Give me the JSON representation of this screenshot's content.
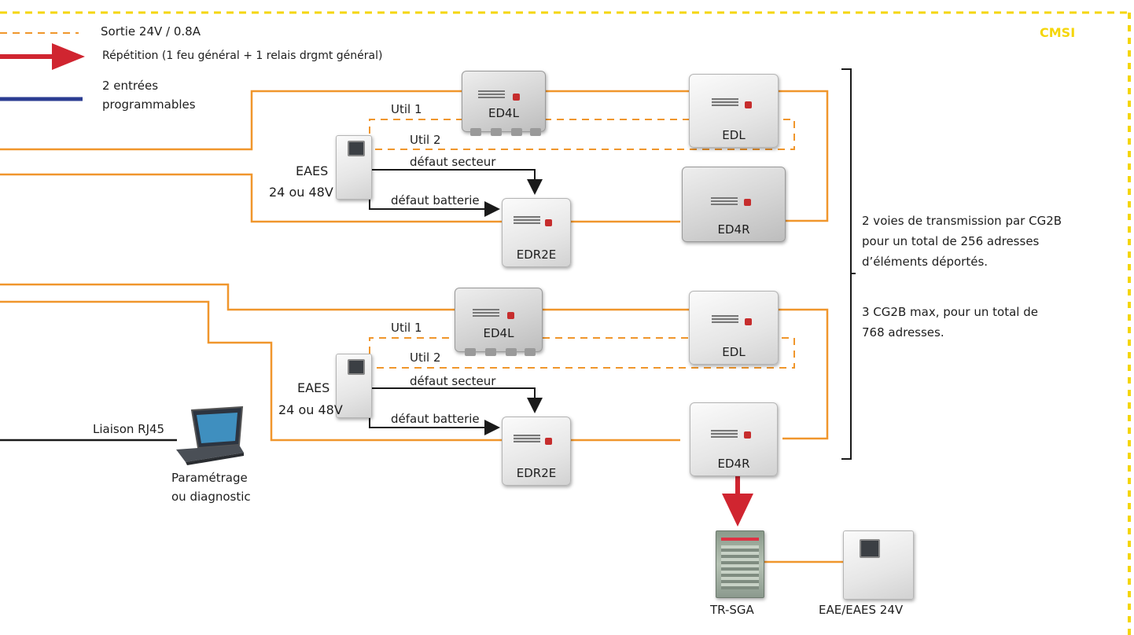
{
  "brand": {
    "label": "CMSI",
    "color": "#f5d60a"
  },
  "legend": {
    "dashed": "Sortie 24V / 0.8A",
    "arrow": "Répétition (1 feu général + 1 relais drgmt général)",
    "blue_line1": "2 entrées",
    "blue_line2": "programmables"
  },
  "group1": {
    "ed4l": "ED4L",
    "edl": "EDL",
    "ed4r": "ED4R",
    "edr2e": "EDR2E",
    "util1": "Util 1",
    "util2": "Util 2",
    "eaes_line1": "EAES",
    "eaes_line2": "24 ou 48V",
    "defaut_secteur": "défaut secteur",
    "defaut_batterie": "défaut batterie"
  },
  "group2": {
    "ed4l": "ED4L",
    "edl": "EDL",
    "ed4r": "ED4R",
    "edr2e": "EDR2E",
    "util1": "Util 1",
    "util2": "Util 2",
    "eaes_line1": "EAES",
    "eaes_line2": "24 ou 48V",
    "defaut_secteur": "défaut secteur",
    "defaut_batterie": "défaut batterie"
  },
  "laptop": {
    "link": "Liaison RJ45",
    "caption1": "Paramétrage",
    "caption2": "ou diagnostic"
  },
  "note": {
    "p1_l1": "2 voies de transmission par CG2B",
    "p1_l2": "pour un total de 256 adresses",
    "p1_l3": "d’éléments déportés.",
    "p2_l1": "3 CG2B max, pour un total de",
    "p2_l2": "768 adresses."
  },
  "bottom": {
    "trsga": "TR-SGA",
    "eae": "EAE/EAES 24V"
  },
  "colors": {
    "line": "#f0962c",
    "arrow": "#d02530",
    "blue": "#2b3d92",
    "black": "#1a1a1a",
    "frame": "#f5d60a"
  }
}
